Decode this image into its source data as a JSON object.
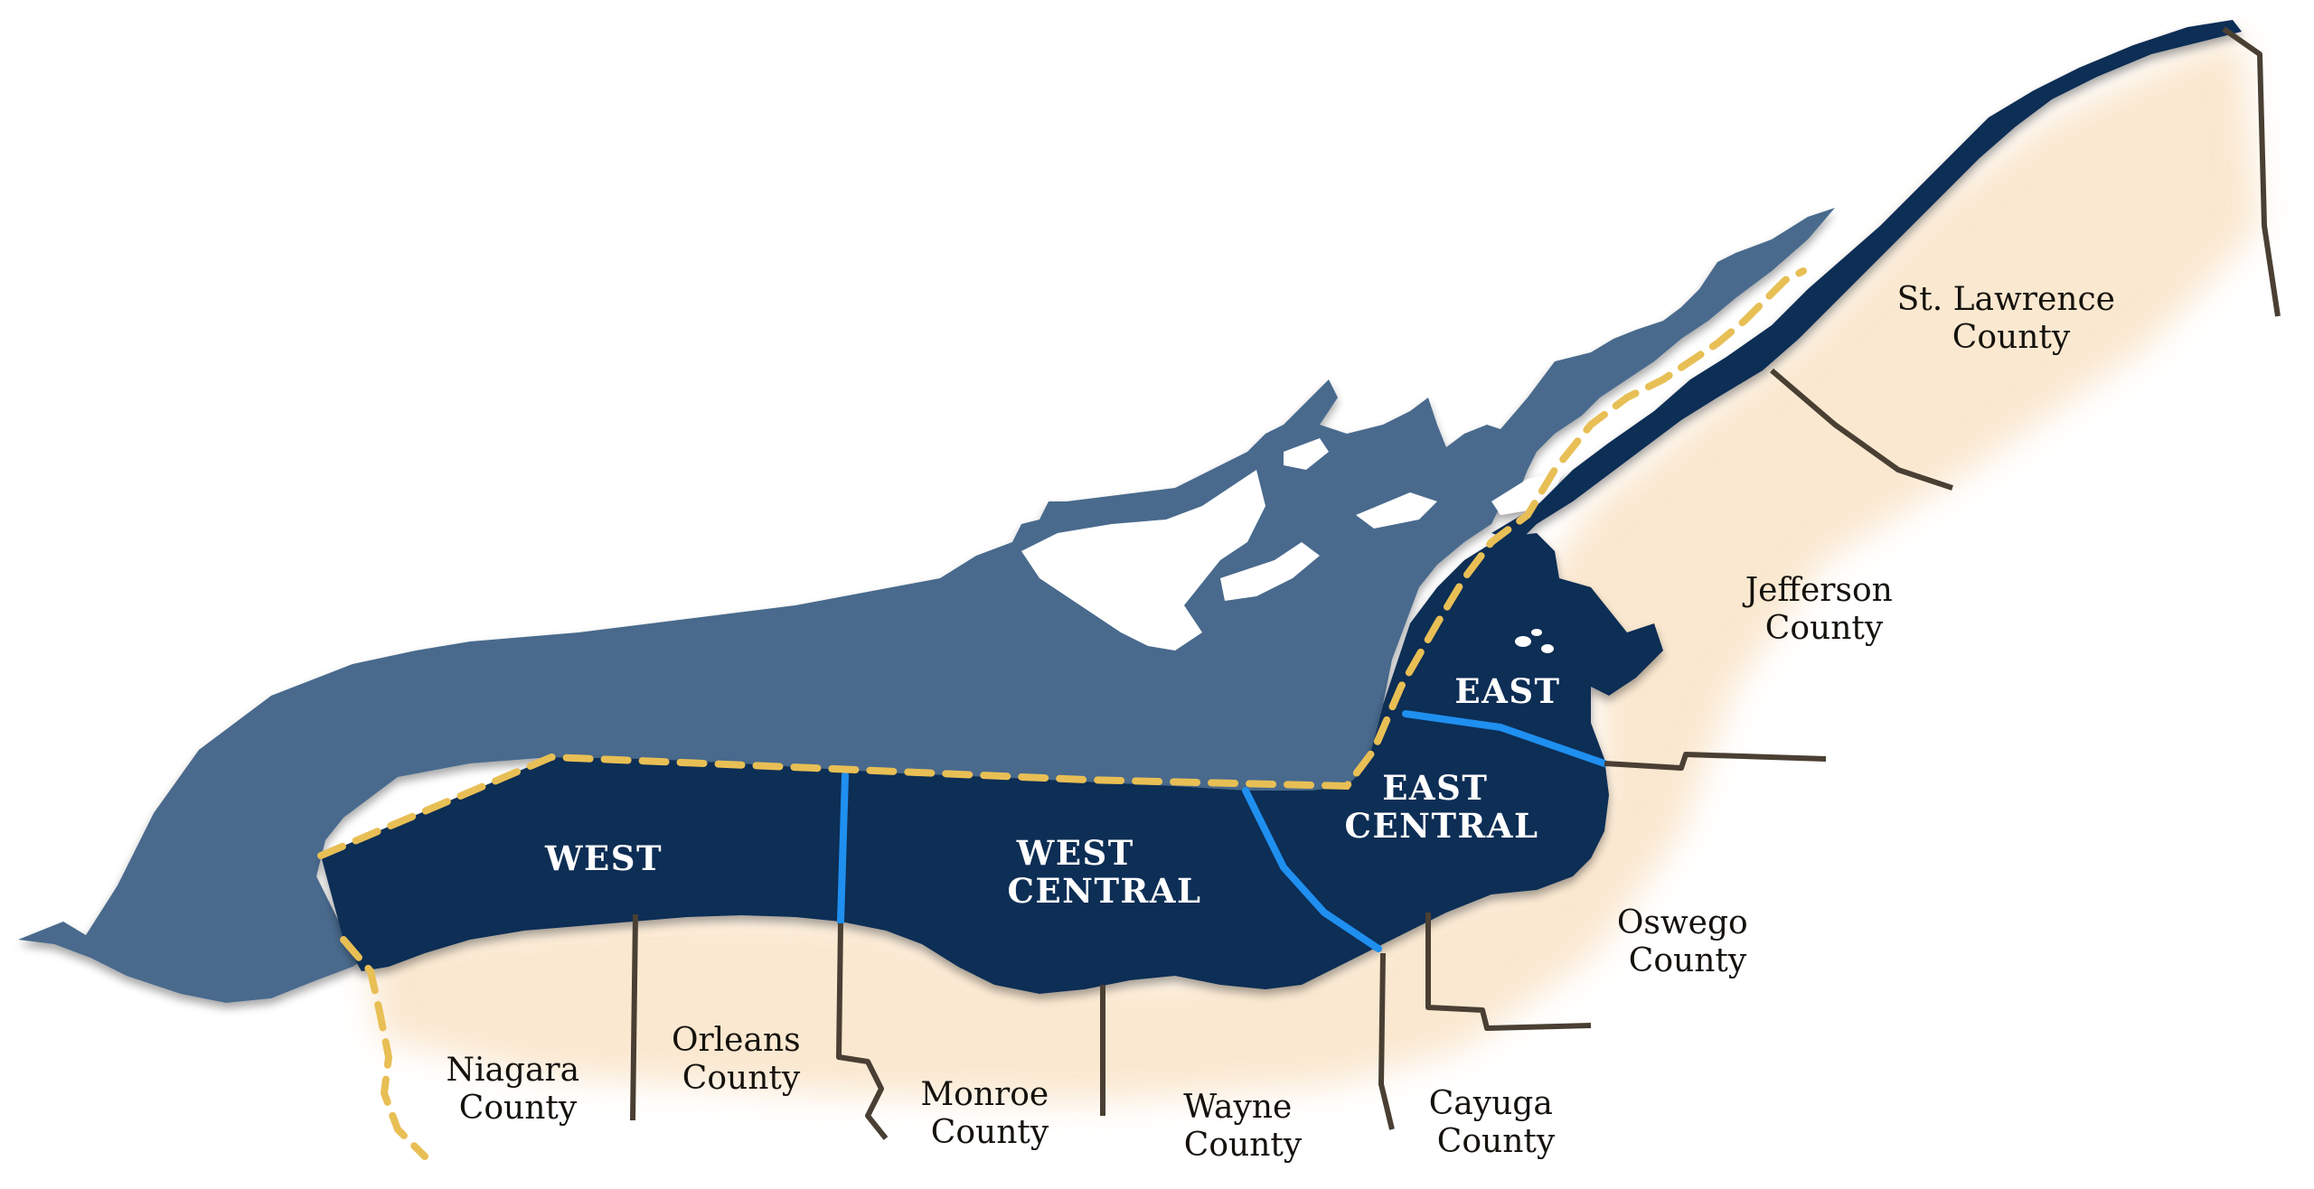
{
  "map": {
    "regions": [
      {
        "id": "west",
        "lines": [
          "WEST"
        ]
      },
      {
        "id": "west-central",
        "lines": [
          "WEST",
          "CENTRAL"
        ]
      },
      {
        "id": "east-central",
        "lines": [
          "EAST",
          "CENTRAL"
        ]
      },
      {
        "id": "east",
        "lines": [
          "EAST"
        ]
      }
    ],
    "counties": [
      {
        "id": "niagara",
        "lines": [
          "Niagara",
          "County"
        ]
      },
      {
        "id": "orleans",
        "lines": [
          "Orleans",
          "County"
        ]
      },
      {
        "id": "monroe",
        "lines": [
          "Monroe",
          "County"
        ]
      },
      {
        "id": "wayne",
        "lines": [
          "Wayne",
          "County"
        ]
      },
      {
        "id": "cayuga",
        "lines": [
          "Cayuga",
          "County"
        ]
      },
      {
        "id": "oswego",
        "lines": [
          "Oswego",
          "County"
        ]
      },
      {
        "id": "jefferson",
        "lines": [
          "Jefferson",
          "County"
        ]
      },
      {
        "id": "st-lawrence",
        "lines": [
          "St. Lawrence",
          "County"
        ]
      }
    ],
    "colors": {
      "lake_canada": "#4a6a8d",
      "lake_us": "#0e2d55",
      "region_divider": "#1f8ff0",
      "intl_boundary": "#e8bf55",
      "county_line": "#4a3f33",
      "shore_shade": "#fbe6c9",
      "label_text": "#15120d",
      "region_text": "#ffffff"
    }
  }
}
